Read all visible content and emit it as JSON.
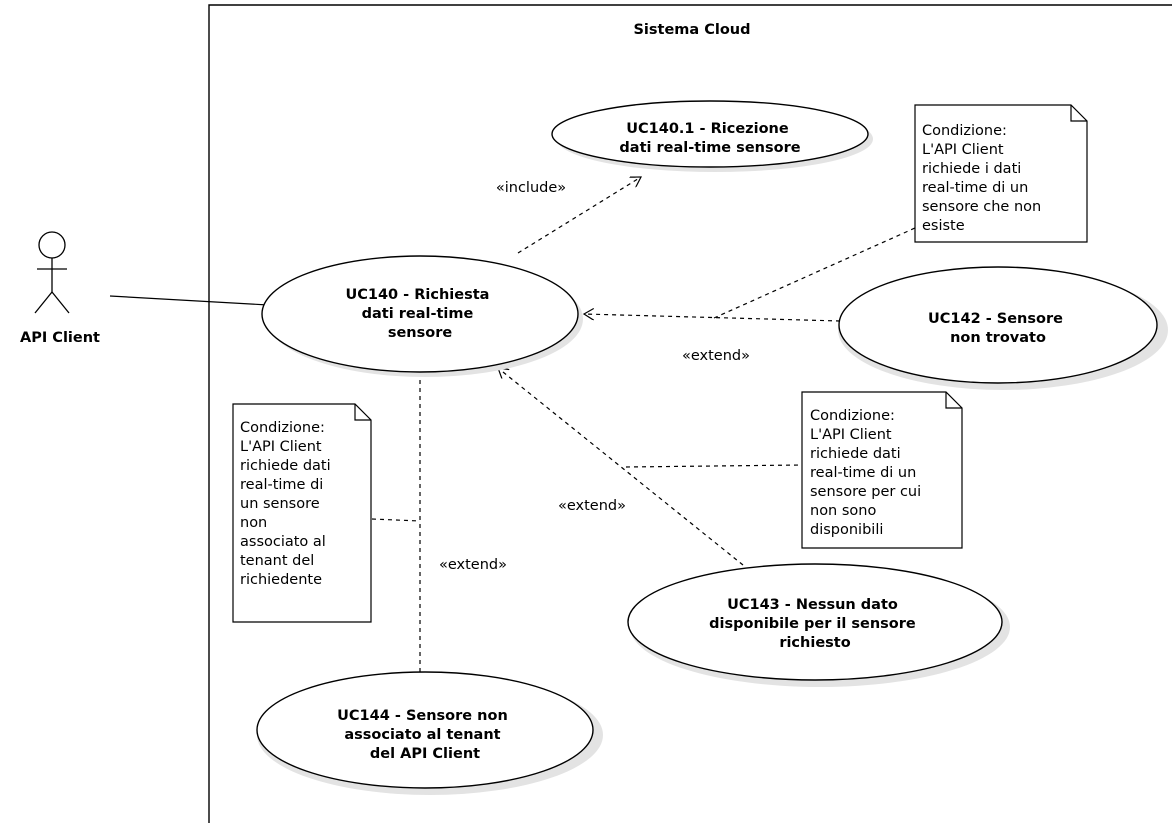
{
  "system": {
    "title": "Sistema Cloud"
  },
  "actor": {
    "name": "API Client"
  },
  "use_cases": {
    "uc140": [
      "UC140 - Richiesta",
      "dati real-time",
      "sensore"
    ],
    "uc140_1": [
      "UC140.1 - Ricezione",
      "dati real-time sensore"
    ],
    "uc142": [
      "UC142 - Sensore",
      "non trovato"
    ],
    "uc143": [
      "UC143 - Nessun dato",
      "disponibile per il sensore",
      "richiesto"
    ],
    "uc144": [
      "UC144 - Sensore non",
      "associato al tenant",
      "del API Client"
    ]
  },
  "relations": {
    "include": "«include»",
    "extend_uc142": "«extend»",
    "extend_uc143": "«extend»",
    "extend_uc144": "«extend»"
  },
  "notes": {
    "uc142": [
      "Condizione:",
      "L'API Client",
      "richiede i dati",
      "real-time di un",
      "sensore che non",
      "esiste"
    ],
    "uc143": [
      "Condizione:",
      "L'API Client",
      "richiede dati",
      "real-time di un",
      "sensore per cui",
      "non sono",
      "disponibili"
    ],
    "uc144": [
      "Condizione:",
      "L'API Client",
      "richiede dati",
      "real-time di",
      "un sensore",
      "non",
      "associato al",
      "tenant del",
      "richiedente"
    ]
  }
}
